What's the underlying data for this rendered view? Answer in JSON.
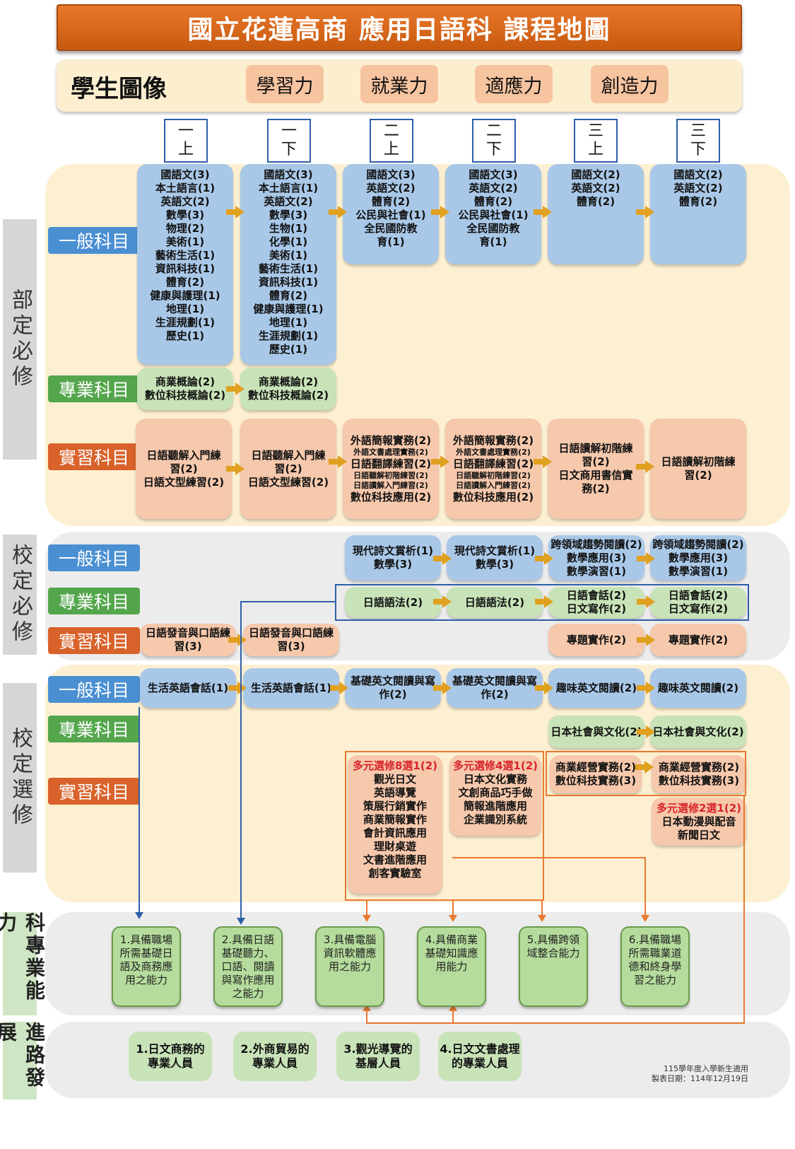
{
  "title": "國立花蓮高商 應用日語科 課程地圖",
  "portrait": {
    "label": "學生圖像",
    "traits": [
      "學習力",
      "就業力",
      "適應力",
      "創造力"
    ]
  },
  "semesters": [
    {
      "a": "一",
      "b": "上"
    },
    {
      "a": "一",
      "b": "下"
    },
    {
      "a": "二",
      "b": "上"
    },
    {
      "a": "二",
      "b": "下"
    },
    {
      "a": "三",
      "b": "上"
    },
    {
      "a": "三",
      "b": "下"
    }
  ],
  "sections": {
    "required_national": "部定必修",
    "required_school": "校定必修",
    "elective_school": "校定選修",
    "abilities": "科專業能力",
    "careers": "進路發展"
  },
  "categories": {
    "general": "一般科目",
    "professional": "專業科目",
    "practice": "實習科目"
  },
  "national": {
    "general": [
      [
        "國語文(3)",
        "本土語言(1)",
        "英語文(2)",
        "數學(3)",
        "物理(2)",
        "美術(1)",
        "藝術生活(1)",
        "資訊科技(1)",
        "體育(2)",
        "健康與護理(1)",
        "地理(1)",
        "生涯規劃(1)",
        "歷史(1)"
      ],
      [
        "國語文(3)",
        "本土語言(1)",
        "英語文(2)",
        "數學(3)",
        "生物(1)",
        "化學(1)",
        "美術(1)",
        "藝術生活(1)",
        "資訊科技(1)",
        "體育(2)",
        "健康與護理(1)",
        "地理(1)",
        "生涯規劃(1)",
        "歷史(1)"
      ],
      [
        "國語文(3)",
        "英語文(2)",
        "體育(2)",
        "公民與社會(1)",
        "全民國防教",
        "育(1)"
      ],
      [
        "國語文(3)",
        "英語文(2)",
        "體育(2)",
        "公民與社會(1)",
        "全民國防教",
        "育(1)"
      ],
      [
        "國語文(2)",
        "英語文(2)",
        "體育(2)"
      ],
      [
        "國語文(2)",
        "英語文(2)",
        "體育(2)"
      ]
    ],
    "professional": [
      [
        "商業概論(2)",
        "數位科技概論(2)"
      ],
      [
        "商業概論(2)",
        "數位科技概論(2)"
      ]
    ],
    "practice": [
      {
        "lines": [
          "日語聽解入門練",
          "習(2)",
          "日語文型練習(2)"
        ]
      },
      {
        "lines": [
          "日語聽解入門練",
          "習(2)",
          "日語文型練習(2)"
        ]
      },
      {
        "lines": [
          "外語簡報實務(2)",
          "外語文書處理實務(2)",
          "日語翻譯練習(2)",
          "日語聽解初階練習(2)",
          "日語讀解入門練習(2)",
          "數位科技應用(2)"
        ],
        "small": [
          1,
          3,
          4
        ]
      },
      {
        "lines": [
          "外語簡報實務(2)",
          "外語文書處理實務(2)",
          "日語翻譯練習(2)",
          "日語聽解初階練習(2)",
          "日語讀解入門練習(2)",
          "數位科技應用(2)"
        ],
        "small": [
          1,
          3,
          4
        ]
      },
      {
        "lines": [
          "日語讀解初階練",
          "習(2)",
          "日文商用書信實",
          "務(2)"
        ]
      },
      {
        "lines": [
          "日語讀解初階練",
          "習(2)"
        ]
      }
    ]
  },
  "school_required": {
    "general": [
      [
        "現代詩文賞析(1)",
        "數學(3)"
      ],
      [
        "現代詩文賞析(1)",
        "數學(3)"
      ],
      [
        "跨領域趨勢閱讀(2)",
        "數學應用(3)",
        "數學演習(1)"
      ],
      [
        "跨領域趨勢閱讀(2)",
        "數學應用(3)",
        "數學演習(1)"
      ]
    ],
    "professional": [
      [
        "日語語法(2)"
      ],
      [
        "日語語法(2)"
      ],
      [
        "日語會話(2)",
        "日文寫作(2)"
      ],
      [
        "日語會話(2)",
        "日文寫作(2)"
      ]
    ],
    "practice_early": [
      [
        "日語發音與口語練",
        "習(3)"
      ],
      [
        "日語發音與口語練",
        "習(3)"
      ]
    ],
    "practice_late": [
      [
        "專題實作(2)"
      ],
      [
        "專題實作(2)"
      ]
    ]
  },
  "school_elective": {
    "general": [
      [
        "生活英語會話(1)"
      ],
      [
        "生活英語會話(1)"
      ],
      [
        "基礎英文閱讀與寫",
        "作(2)"
      ],
      [
        "基礎英文閱讀與寫",
        "作(2)"
      ],
      [
        "趣味英文閱讀(2)"
      ],
      [
        "趣味英文閱讀(2)"
      ]
    ],
    "professional": [
      [
        "日本社會與文化(2)"
      ],
      [
        "日本社會與文化(2)"
      ]
    ],
    "practice_multi_8": {
      "heading": "多元選修8選1(2)",
      "items": [
        "觀光日文",
        "英語導覽",
        "策展行銷實作",
        "商業簡報實作",
        "會計資訊應用",
        "理財桌遊",
        "文書進階應用",
        "創客實驗室"
      ]
    },
    "practice_multi_4": {
      "heading": "多元選修4選1(2)",
      "items": [
        "日本文化實務",
        "文創商品巧手做",
        "簡報進階應用",
        "企業識別系統"
      ]
    },
    "practice_business": [
      [
        "商業經營實務(2)",
        "數位科技實務(3)"
      ],
      [
        "商業經營實務(2)",
        "數位科技實務(3)"
      ]
    ],
    "practice_multi_2": {
      "heading": "多元選修2選1(2)",
      "items": [
        "日本動漫與配音",
        "新聞日文"
      ]
    }
  },
  "abilities": [
    [
      "1.具備職場",
      "所需基礎日",
      "語及商務應",
      "用之能力"
    ],
    [
      "2.具備日語",
      "基礎聽力、",
      "口語、閱讀",
      "與寫作應用",
      "之能力"
    ],
    [
      "3.具備電腦",
      "資訊軟體應",
      "用之能力"
    ],
    [
      "4.具備商業",
      "基礎知識應",
      "用能力"
    ],
    [
      "5.具備跨領",
      "域整合能力"
    ],
    [
      "6.具備職場",
      "所需職業道",
      "德和終身學",
      "習之能力"
    ]
  ],
  "careers": [
    [
      "1.日文商務的",
      "專業人員"
    ],
    [
      "2.外商貿易的",
      "專業人員"
    ],
    [
      "3.觀光導覽的",
      "基層人員"
    ],
    [
      "4.日文文書處理",
      "的專業人員"
    ]
  ],
  "footnote": [
    "115學年度入學新生適用",
    "製表日期：114年12月19日"
  ],
  "colors": {
    "title_bg": "#d8662a",
    "general_box": "#a9c8e8",
    "professional_box": "#c8e3b8",
    "practice_box": "#f6c8ac",
    "arrow": "#e0a020",
    "frame_blue": "#2d5fa8",
    "frame_orange": "#e87a30",
    "elective_heading": "#d8232a"
  }
}
